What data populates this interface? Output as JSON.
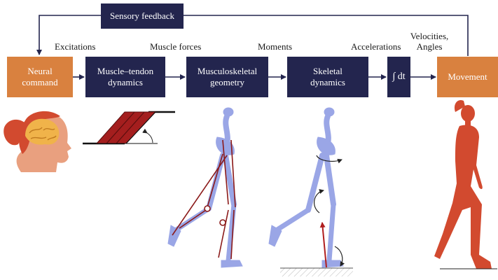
{
  "feedback": {
    "label": "Sensory feedback"
  },
  "blocks": [
    {
      "line1": "Neural",
      "line2": "command",
      "color": "#d9813f"
    },
    {
      "line1": "Muscle–tendon",
      "line2": "dynamics",
      "color": "#23254e"
    },
    {
      "line1": "Musculoskeletal",
      "line2": "geometry",
      "color": "#23254e"
    },
    {
      "line1": "Skeletal",
      "line2": "dynamics",
      "color": "#23254e"
    },
    {
      "line1": "∫ dt",
      "line2": "",
      "color": "#23254e"
    },
    {
      "line1": "Movement",
      "line2": "",
      "color": "#d9813f"
    }
  ],
  "signals": [
    {
      "text": "Excitations"
    },
    {
      "text": "Muscle forces"
    },
    {
      "text": "Moments"
    },
    {
      "text": "Accelerations"
    },
    {
      "line1": "Velocities,",
      "line2": "Angles"
    }
  ],
  "colors": {
    "navy": "#23254e",
    "orange": "#d9813f",
    "skeleton": "#9aa6e6",
    "muscle": "#8b1a1a",
    "figure": "#d24a2f"
  }
}
